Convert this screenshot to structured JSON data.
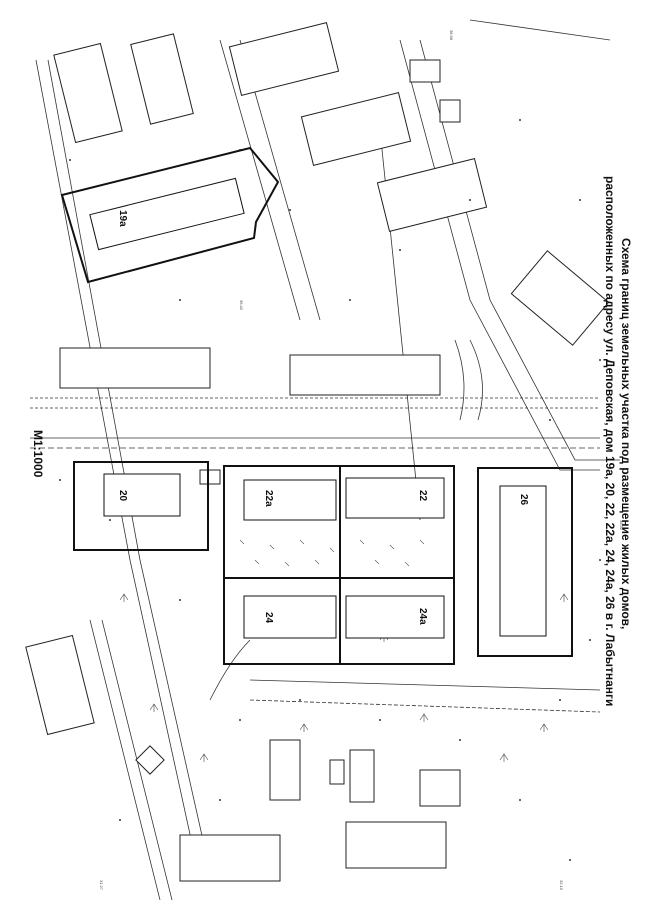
{
  "title": {
    "line1": "Схема границ земельных участка под размещение жилых домов,",
    "line2": "расположенных по адресу ул. Деповская, дом 19а, 20, 22, 22а, 24, 24а, 26 в г. Лабытнанги"
  },
  "scale": "М1:1000",
  "plots": [
    {
      "id": "plot-19a",
      "label": "19а"
    },
    {
      "id": "plot-20",
      "label": "20"
    },
    {
      "id": "plot-22a",
      "label": "22а"
    },
    {
      "id": "plot-22",
      "label": "22"
    },
    {
      "id": "plot-24",
      "label": "24"
    },
    {
      "id": "plot-24a",
      "label": "24а"
    },
    {
      "id": "plot-26",
      "label": "26"
    }
  ],
  "colors": {
    "ink": "#1a1a1a",
    "light": "#555555"
  }
}
